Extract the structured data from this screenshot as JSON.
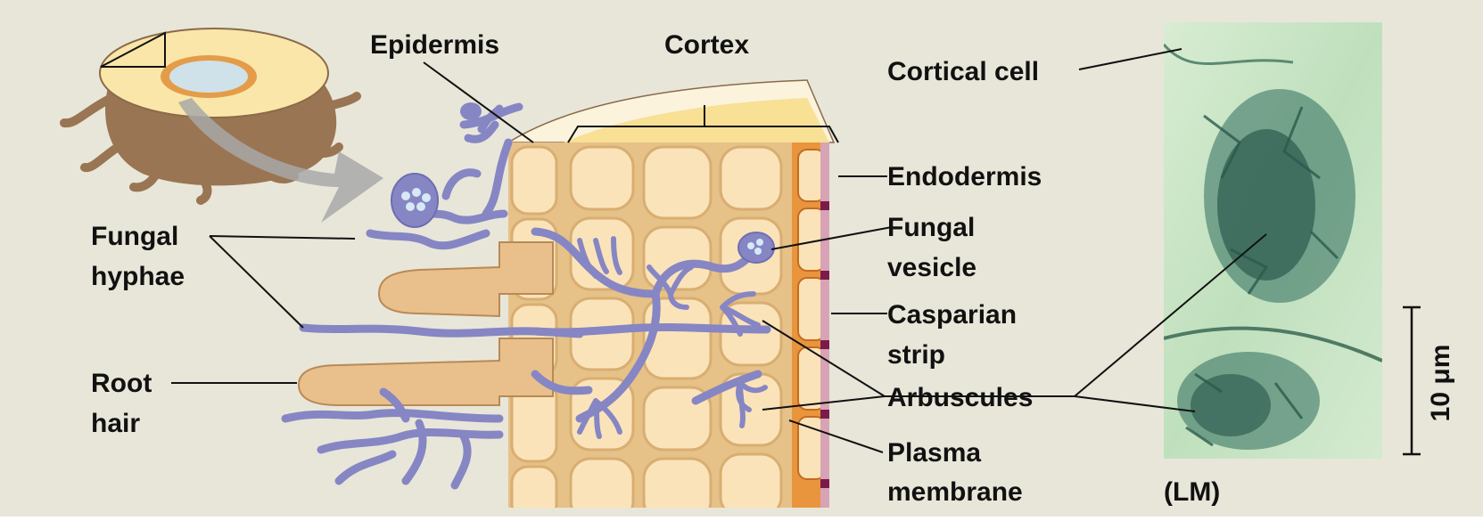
{
  "labels": {
    "epidermis": "Epidermis",
    "cortex": "Cortex",
    "cortical_cell": "Cortical cell",
    "endodermis": "Endodermis",
    "fungal_vesicle_1": "Fungal",
    "fungal_vesicle_2": "vesicle",
    "casparian_1": "Casparian",
    "casparian_2": "strip",
    "arbuscules": "Arbuscules",
    "plasma_1": "Plasma",
    "plasma_2": "membrane",
    "fungal_hyphae_1": "Fungal",
    "fungal_hyphae_2": "hyphae",
    "root_hair_1": "Root",
    "root_hair_2": "hair",
    "lm": "(LM)",
    "scale": "10 μm"
  },
  "colors": {
    "background": "#e8e6d9",
    "hyphae": "#8c8cc6",
    "cell_fill": "#fbe3b9",
    "cell_wall": "#e8c48e",
    "endodermis": "#e8953d",
    "casparian": "#7a1b4b",
    "micrograph": "#c9e3c2"
  }
}
